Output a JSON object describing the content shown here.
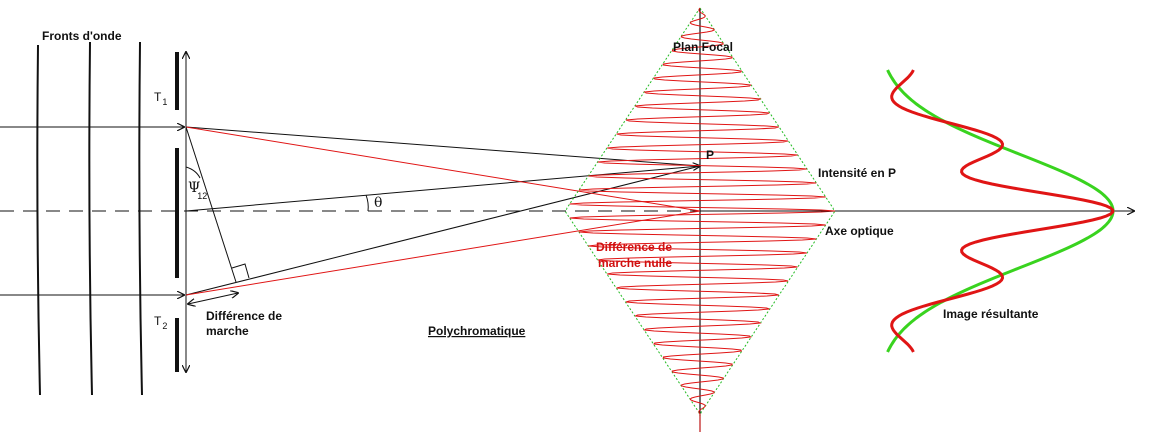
{
  "labels": {
    "fronts": "Fronts d'onde",
    "plan_focal": "Plan Focal",
    "t1_main": "T",
    "t1_sub": "1",
    "t2_main": "T",
    "t2_sub": "2",
    "psi_main": "Ψ",
    "psi_sub": "12",
    "theta": "θ",
    "point_p": "P",
    "diff_marche_line1": "Différence de",
    "diff_marche_line2": "marche",
    "diff_nulle_line1": "Différence de",
    "diff_nulle_line2": "marche nulle",
    "polychromatique": "Polychromatique",
    "intensite": "Intensité en P",
    "axe_optique": "Axe optique",
    "image_resultante": "Image résultante"
  },
  "colors": {
    "black": "#111111",
    "red": "#e01515",
    "green": "#39d31f",
    "dotted_green": "#22bb22"
  }
}
